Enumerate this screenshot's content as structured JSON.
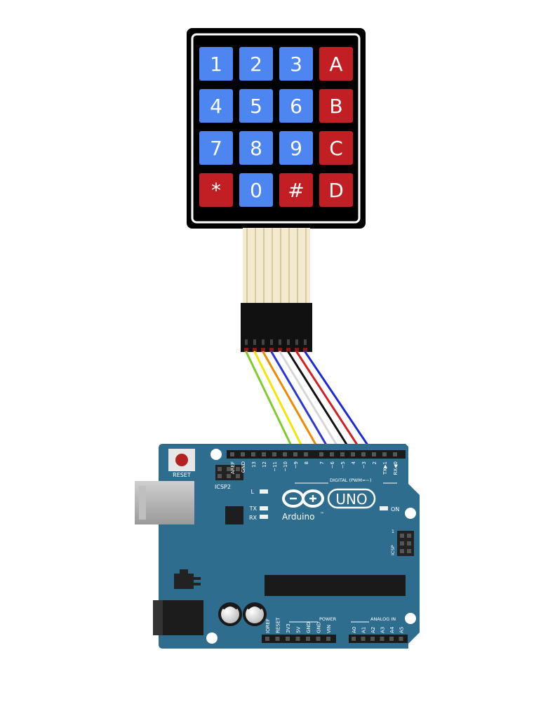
{
  "keypad": {
    "keys": [
      {
        "label": "1",
        "kind": "digit"
      },
      {
        "label": "2",
        "kind": "digit"
      },
      {
        "label": "3",
        "kind": "digit"
      },
      {
        "label": "A",
        "kind": "letter"
      },
      {
        "label": "4",
        "kind": "digit"
      },
      {
        "label": "5",
        "kind": "digit"
      },
      {
        "label": "6",
        "kind": "digit"
      },
      {
        "label": "B",
        "kind": "letter"
      },
      {
        "label": "7",
        "kind": "digit"
      },
      {
        "label": "8",
        "kind": "digit"
      },
      {
        "label": "9",
        "kind": "digit"
      },
      {
        "label": "C",
        "kind": "letter"
      },
      {
        "label": "*",
        "kind": "symbol"
      },
      {
        "label": "0",
        "kind": "digit"
      },
      {
        "label": "#",
        "kind": "symbol"
      },
      {
        "label": "D",
        "kind": "letter"
      }
    ],
    "colors": {
      "frame": "#1a1a1a",
      "digit": "#4d86f0",
      "letter": "#c21f24",
      "symbol": "#c21f24",
      "ribbon": "#f2e6c2",
      "connector": "#111111"
    }
  },
  "wires": [
    {
      "color": "#7fcc2a",
      "pin": "9"
    },
    {
      "color": "#f2e600",
      "pin": "8"
    },
    {
      "color": "#f08a00",
      "pin": "7"
    },
    {
      "color": "#2a36d6",
      "pin": "6"
    },
    {
      "color": "#d6d6d6",
      "pin": "5"
    },
    {
      "color": "#111111",
      "pin": "4"
    },
    {
      "color": "#d42020",
      "pin": "3"
    },
    {
      "color": "#1a2bd6",
      "pin": "2"
    }
  ],
  "board": {
    "color": "#2f6d8f",
    "reset_label": "RESET",
    "icsp2_label": "ICSP2",
    "icsp_label": "ICSP",
    "icsp_one": "1",
    "digital_label": "DIGITAL (PWM=~)",
    "digital_pins": [
      "AREF",
      "GND",
      "13",
      "12",
      "~11",
      "~10",
      "~9",
      "8",
      "7",
      "~6",
      "~5",
      "4",
      "~3",
      "2",
      "TX▶1",
      "RX◀0"
    ],
    "led_l": "L",
    "led_tx": "TX",
    "led_rx": "RX",
    "on_label": "ON",
    "logo_model": "UNO",
    "logo_brand": "Arduino",
    "logo_tm": "™",
    "power_label": "POWER",
    "power_pins": [
      "IOREF",
      "RESET",
      "3V3",
      "5V",
      "GND",
      "GND",
      "VIN"
    ],
    "analog_label": "ANALOG IN",
    "analog_pins": [
      "A0",
      "A1",
      "A2",
      "A3",
      "A4",
      "A5"
    ]
  }
}
